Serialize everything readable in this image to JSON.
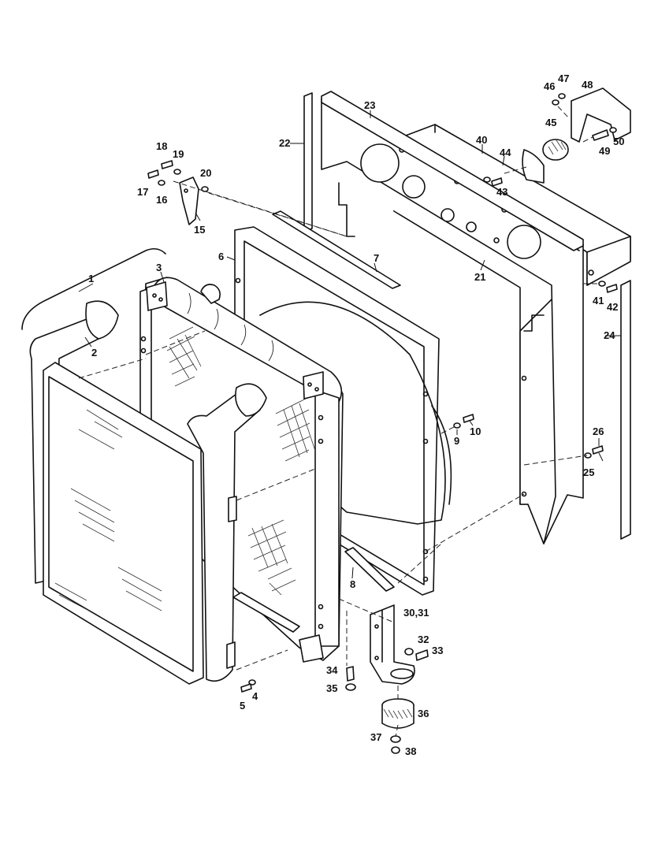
{
  "callouts": [
    {
      "id": "c1",
      "text": "1"
    },
    {
      "id": "c2",
      "text": "2"
    },
    {
      "id": "c3",
      "text": "3"
    },
    {
      "id": "c4",
      "text": "4"
    },
    {
      "id": "c5",
      "text": "5"
    },
    {
      "id": "c6",
      "text": "6"
    },
    {
      "id": "c7",
      "text": "7"
    },
    {
      "id": "c8",
      "text": "8"
    },
    {
      "id": "c9",
      "text": "9"
    },
    {
      "id": "c10",
      "text": "10"
    },
    {
      "id": "c15",
      "text": "15"
    },
    {
      "id": "c16",
      "text": "16"
    },
    {
      "id": "c17",
      "text": "17"
    },
    {
      "id": "c18",
      "text": "18"
    },
    {
      "id": "c19",
      "text": "19"
    },
    {
      "id": "c20",
      "text": "20"
    },
    {
      "id": "c21",
      "text": "21"
    },
    {
      "id": "c22",
      "text": "22"
    },
    {
      "id": "c23",
      "text": "23"
    },
    {
      "id": "c24",
      "text": "24"
    },
    {
      "id": "c25",
      "text": "25"
    },
    {
      "id": "c26",
      "text": "26"
    },
    {
      "id": "c3031",
      "text": "30,31"
    },
    {
      "id": "c32",
      "text": "32"
    },
    {
      "id": "c33",
      "text": "33"
    },
    {
      "id": "c34",
      "text": "34"
    },
    {
      "id": "c35",
      "text": "35"
    },
    {
      "id": "c36",
      "text": "36"
    },
    {
      "id": "c37",
      "text": "37"
    },
    {
      "id": "c38",
      "text": "38"
    },
    {
      "id": "c40",
      "text": "40"
    },
    {
      "id": "c41",
      "text": "41"
    },
    {
      "id": "c42",
      "text": "42"
    },
    {
      "id": "c43",
      "text": "43"
    },
    {
      "id": "c44",
      "text": "44"
    },
    {
      "id": "c45",
      "text": "45"
    },
    {
      "id": "c46",
      "text": "46"
    },
    {
      "id": "c47",
      "text": "47"
    },
    {
      "id": "c48",
      "text": "48"
    },
    {
      "id": "c49",
      "text": "49"
    },
    {
      "id": "c50",
      "text": "50"
    }
  ]
}
